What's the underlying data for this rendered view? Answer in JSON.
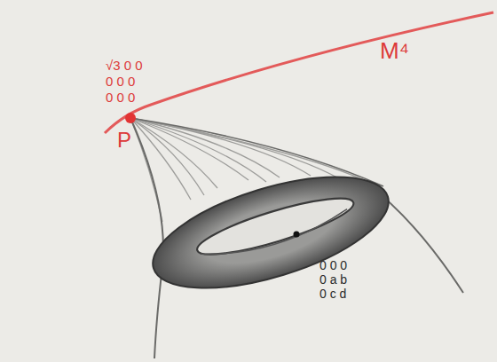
{
  "diagram": {
    "labels": [
      "M⁴",
      "P",
      "√3 0 0",
      "0 0 0",
      "0 0 0",
      "0 0 0",
      "0 a b",
      "0 c d"
    ]
  }
}
